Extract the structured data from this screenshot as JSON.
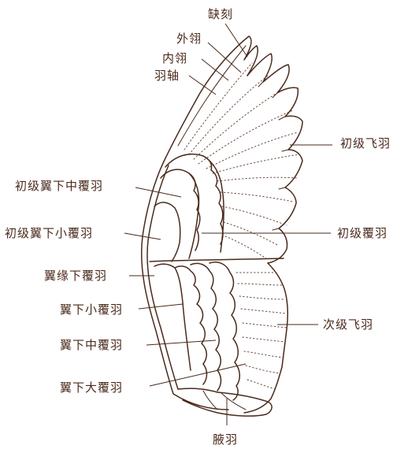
{
  "labels": {
    "notch": "缺刻",
    "outer_vane": "外翎",
    "inner_vane": "内翎",
    "rachis": "羽轴",
    "primary_flight": "初级飞羽",
    "primary_under_median_coverts": "初级翼下中覆羽",
    "primary_under_lesser_coverts": "初级翼下小覆羽",
    "primary_coverts": "初级覆羽",
    "marginal_under_coverts": "翼缘下覆羽",
    "under_lesser_coverts": "翼下小覆羽",
    "secondary_flight": "次级飞羽",
    "under_median_coverts": "翼下中覆羽",
    "under_greater_coverts": "翼下大覆羽",
    "axillaries": "腋羽"
  },
  "colors": {
    "ink": "#4a2a1c",
    "background": "#ffffff"
  }
}
